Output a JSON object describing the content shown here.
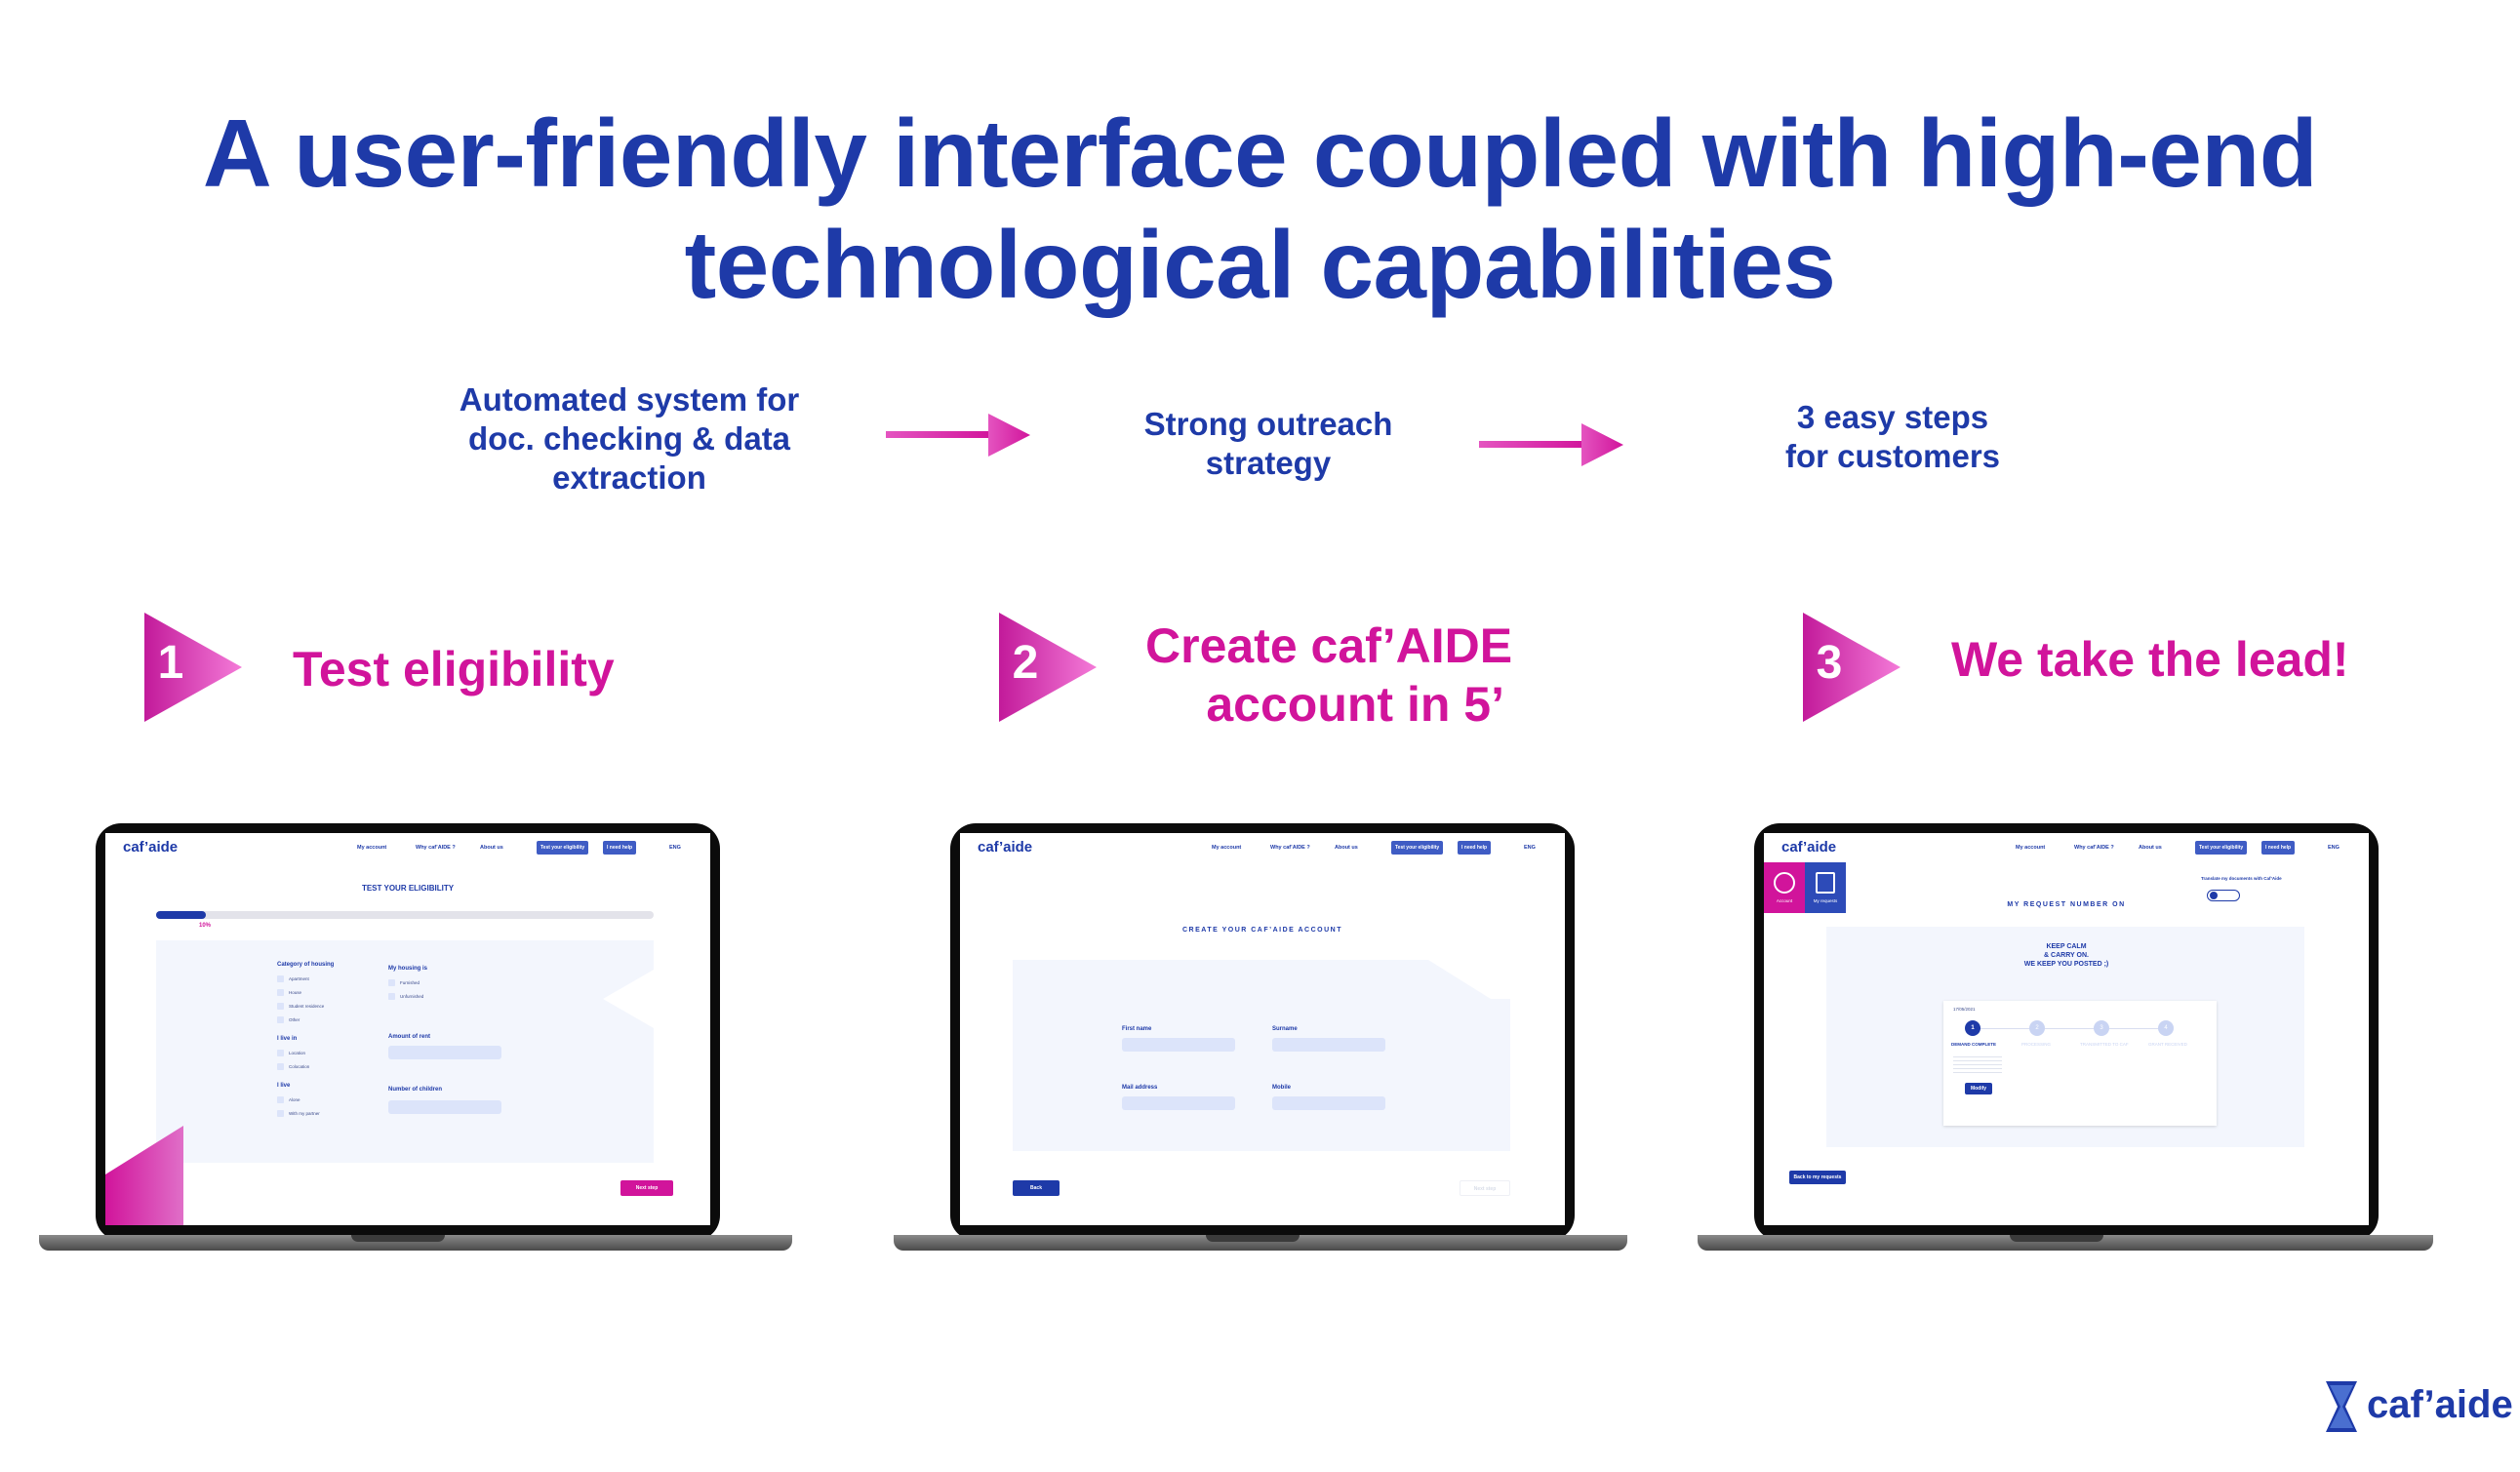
{
  "title_line1": "A user-friendly interface coupled with high-end",
  "title_line2": "technological capabilities",
  "flow": {
    "item1": [
      "Automated system for",
      "doc. checking & data",
      "extraction"
    ],
    "item2": [
      "Strong outreach",
      "strategy"
    ],
    "item3": [
      "3 easy steps",
      "for customers"
    ]
  },
  "steps": [
    {
      "num": "1",
      "label": "Test eligibility"
    },
    {
      "num": "2",
      "label_line1": "Create caf’AIDE",
      "label_line2": "account in 5’"
    },
    {
      "num": "3",
      "label": "We take the lead!"
    }
  ],
  "nav": {
    "logo": "caf’aide",
    "my_account": "My account",
    "why": "Why caf’AIDE ?",
    "about": "About us",
    "test": "Test your eligibility",
    "help": "I need help",
    "lang": "ENG"
  },
  "screen1": {
    "heading": "TEST YOUR ELIGIBILITY",
    "progress_label": "10%",
    "progress": 0.1,
    "category_label": "Category of housing",
    "categories": [
      "Apartment",
      "House",
      "Student residence",
      "Other"
    ],
    "housing_label": "My housing is",
    "housing": [
      "Furnished",
      "Unfurnished"
    ],
    "live_in_label": "I live in",
    "live_in": [
      "Location",
      "Colocation"
    ],
    "rent_label": "Amount of rent",
    "live_label": "I live",
    "live": [
      "Alone",
      "With my partner"
    ],
    "children_label": "Number of children",
    "next": "Next step"
  },
  "screen2": {
    "heading": "CREATE YOUR CAF’AIDE ACCOUNT",
    "first_name": "First name",
    "surname": "Surname",
    "mail": "Mail address",
    "mobile": "Mobile",
    "back": "Back",
    "next": "Next step"
  },
  "screen3": {
    "account_tab": "Account",
    "requests_tab": "My requests",
    "translate": "Translate my documents with Caf’Aide",
    "heading": "MY REQUEST NUMBER ON",
    "keep1": "KEEP CALM",
    "keep2": "& CARRY ON.",
    "keep3": "WE KEEP YOU POSTED ;)",
    "date": "17/05/2021",
    "steps": [
      "1",
      "2",
      "3",
      "4"
    ],
    "step_labels": [
      "DEMAND COMPLETE",
      "PROCESSING",
      "TRANSMITTED TO CAF",
      "GRANT RECEIVED"
    ],
    "modify": "Modify",
    "back": "Back to my requests"
  },
  "footer_logo": "caf’aide",
  "colors": {
    "blue": "#1e3aa8",
    "magenta": "#d1149b",
    "pale": "#f3f6fd"
  }
}
